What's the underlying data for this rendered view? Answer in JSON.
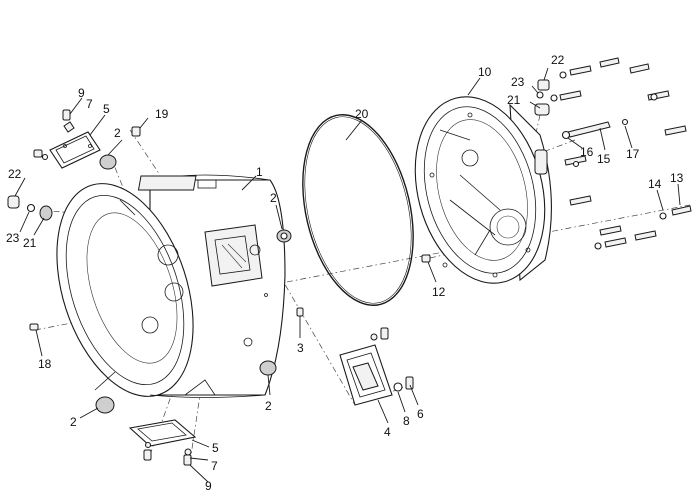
{
  "callouts": [
    {
      "id": "c1",
      "label": "1"
    },
    {
      "id": "c2a",
      "label": "2"
    },
    {
      "id": "c2b",
      "label": "2"
    },
    {
      "id": "c2c",
      "label": "2"
    },
    {
      "id": "c2d",
      "label": "2"
    },
    {
      "id": "c3",
      "label": "3"
    },
    {
      "id": "c4",
      "label": "4"
    },
    {
      "id": "c5a",
      "label": "5"
    },
    {
      "id": "c5b",
      "label": "5"
    },
    {
      "id": "c6",
      "label": "6"
    },
    {
      "id": "c7a",
      "label": "7"
    },
    {
      "id": "c7b",
      "label": "7"
    },
    {
      "id": "c8",
      "label": "8"
    },
    {
      "id": "c9a",
      "label": "9"
    },
    {
      "id": "c9b",
      "label": "9"
    },
    {
      "id": "c10",
      "label": "10"
    },
    {
      "id": "c12",
      "label": "12"
    },
    {
      "id": "c13",
      "label": "13"
    },
    {
      "id": "c14",
      "label": "14"
    },
    {
      "id": "c15",
      "label": "15"
    },
    {
      "id": "c16",
      "label": "16"
    },
    {
      "id": "c17",
      "label": "17"
    },
    {
      "id": "c18",
      "label": "18"
    },
    {
      "id": "c19",
      "label": "19"
    },
    {
      "id": "c20",
      "label": "20"
    },
    {
      "id": "c21a",
      "label": "21"
    },
    {
      "id": "c21b",
      "label": "21"
    },
    {
      "id": "c22a",
      "label": "22"
    },
    {
      "id": "c22b",
      "label": "22"
    },
    {
      "id": "c23a",
      "label": "23"
    },
    {
      "id": "c23b",
      "label": "23"
    }
  ]
}
